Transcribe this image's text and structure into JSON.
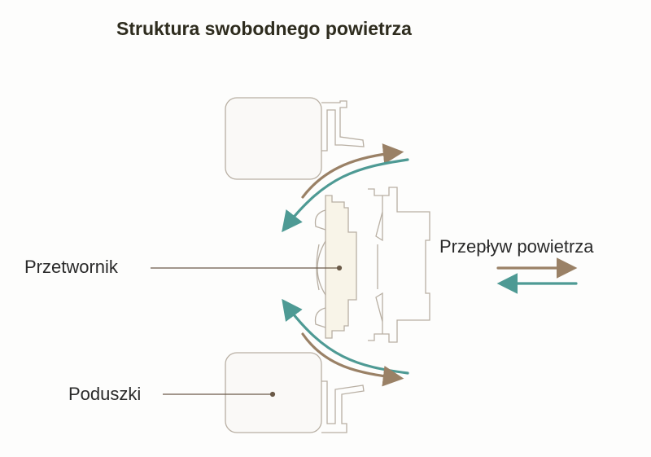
{
  "title": "Struktura swobodnego powietrza",
  "labels": {
    "transducer": "Przetwornik",
    "cushions": "Poduszki",
    "airflow": "Przepływ powietrza"
  },
  "colors": {
    "outflow": "#9a8166",
    "inflow": "#4e9a94",
    "outline": "#b8afa3",
    "transducer_fill": "#f8f4e8",
    "leader": "#6b5a48"
  }
}
